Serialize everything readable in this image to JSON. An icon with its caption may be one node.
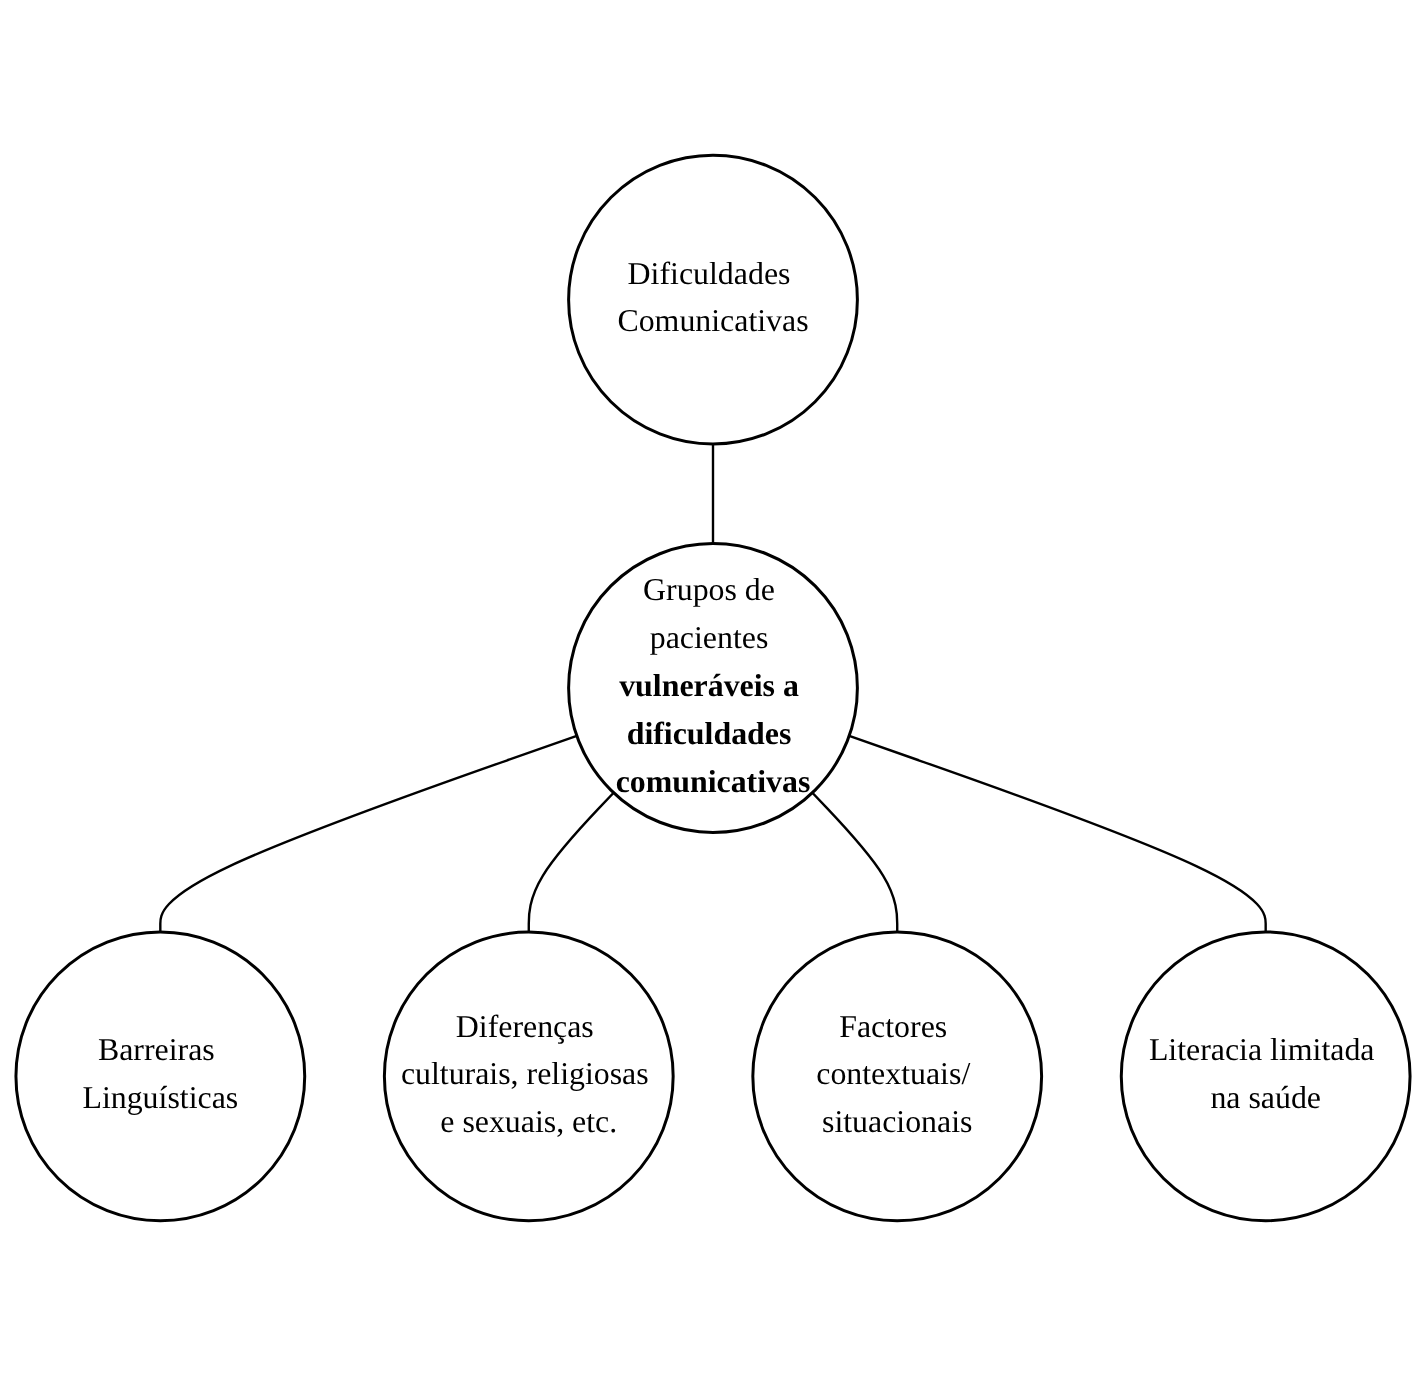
{
  "diagram": {
    "nodes": [
      {
        "text": [
          "Dificuldades Comunicativas"
        ]
      },
      {
        "text": [
          "Barreiras Linguísticas"
        ]
      },
      {
        "text": [
          "Grupos de pacientes **vulneráveis a dificuldades comunicativas**"
        ]
      },
      {
        "text": [
          "Diferenças culturais, religiosas e sexuais, etc."
        ]
      },
      {
        "text": [
          "Factores contextuais/ situacionais"
        ]
      },
      {
        "text": [
          "Literacia limitada na saúde"
        ]
      }
    ],
    "edges": [
      {
        "from": 0,
        "to": 2,
        "arrow": "none"
      },
      {
        "from": 2,
        "to": 1,
        "arrow": "none"
      },
      {
        "from": 2,
        "to": 3,
        "arrow": "none"
      },
      {
        "from": 2,
        "to": 4,
        "arrow": "none"
      },
      {
        "from": 2,
        "to": 5,
        "arrow": "none"
      }
    ]
  }
}
